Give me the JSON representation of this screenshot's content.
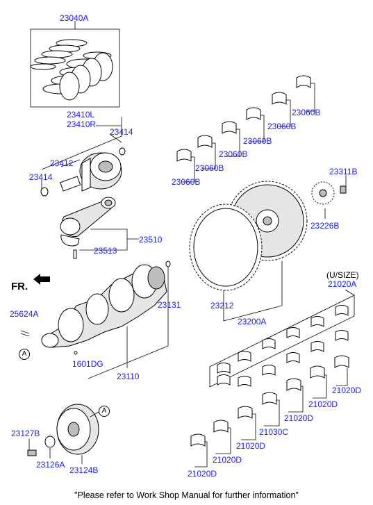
{
  "diagram": {
    "labels": {
      "l_23040A": "23040A",
      "l_23410L": "23410L",
      "l_23410R": "23410R",
      "l_23414a": "23414",
      "l_23412": "23412",
      "l_23414b": "23414",
      "l_23510": "23510",
      "l_23513": "23513",
      "l_23060B_1": "23060B",
      "l_23060B_2": "23060B",
      "l_23060B_3": "23060B",
      "l_23060B_4": "23060B",
      "l_23060B_5": "23060B",
      "l_23311B": "23311B",
      "l_23226B": "23226B",
      "l_23212": "23212",
      "l_23200A": "23200A",
      "l_usize": "(U/SIZE)",
      "l_21020A": "21020A",
      "l_25624A": "25624A",
      "l_23131": "23131",
      "l_1601DG": "1601DG",
      "l_23110": "23110",
      "l_21020D_1": "21020D",
      "l_21020D_2": "21020D",
      "l_21020D_3": "21020D",
      "l_21030C": "21030C",
      "l_21020D_4": "21020D",
      "l_21020D_5": "21020D",
      "l_21020D_6": "21020D",
      "l_23127B": "23127B",
      "l_23126A": "23126A",
      "l_23124B": "23124B"
    },
    "front_marker": "FR.",
    "ref_a": "A",
    "ref_a2": "A",
    "footer": "\"Please refer to Work Shop Manual for further information\""
  }
}
